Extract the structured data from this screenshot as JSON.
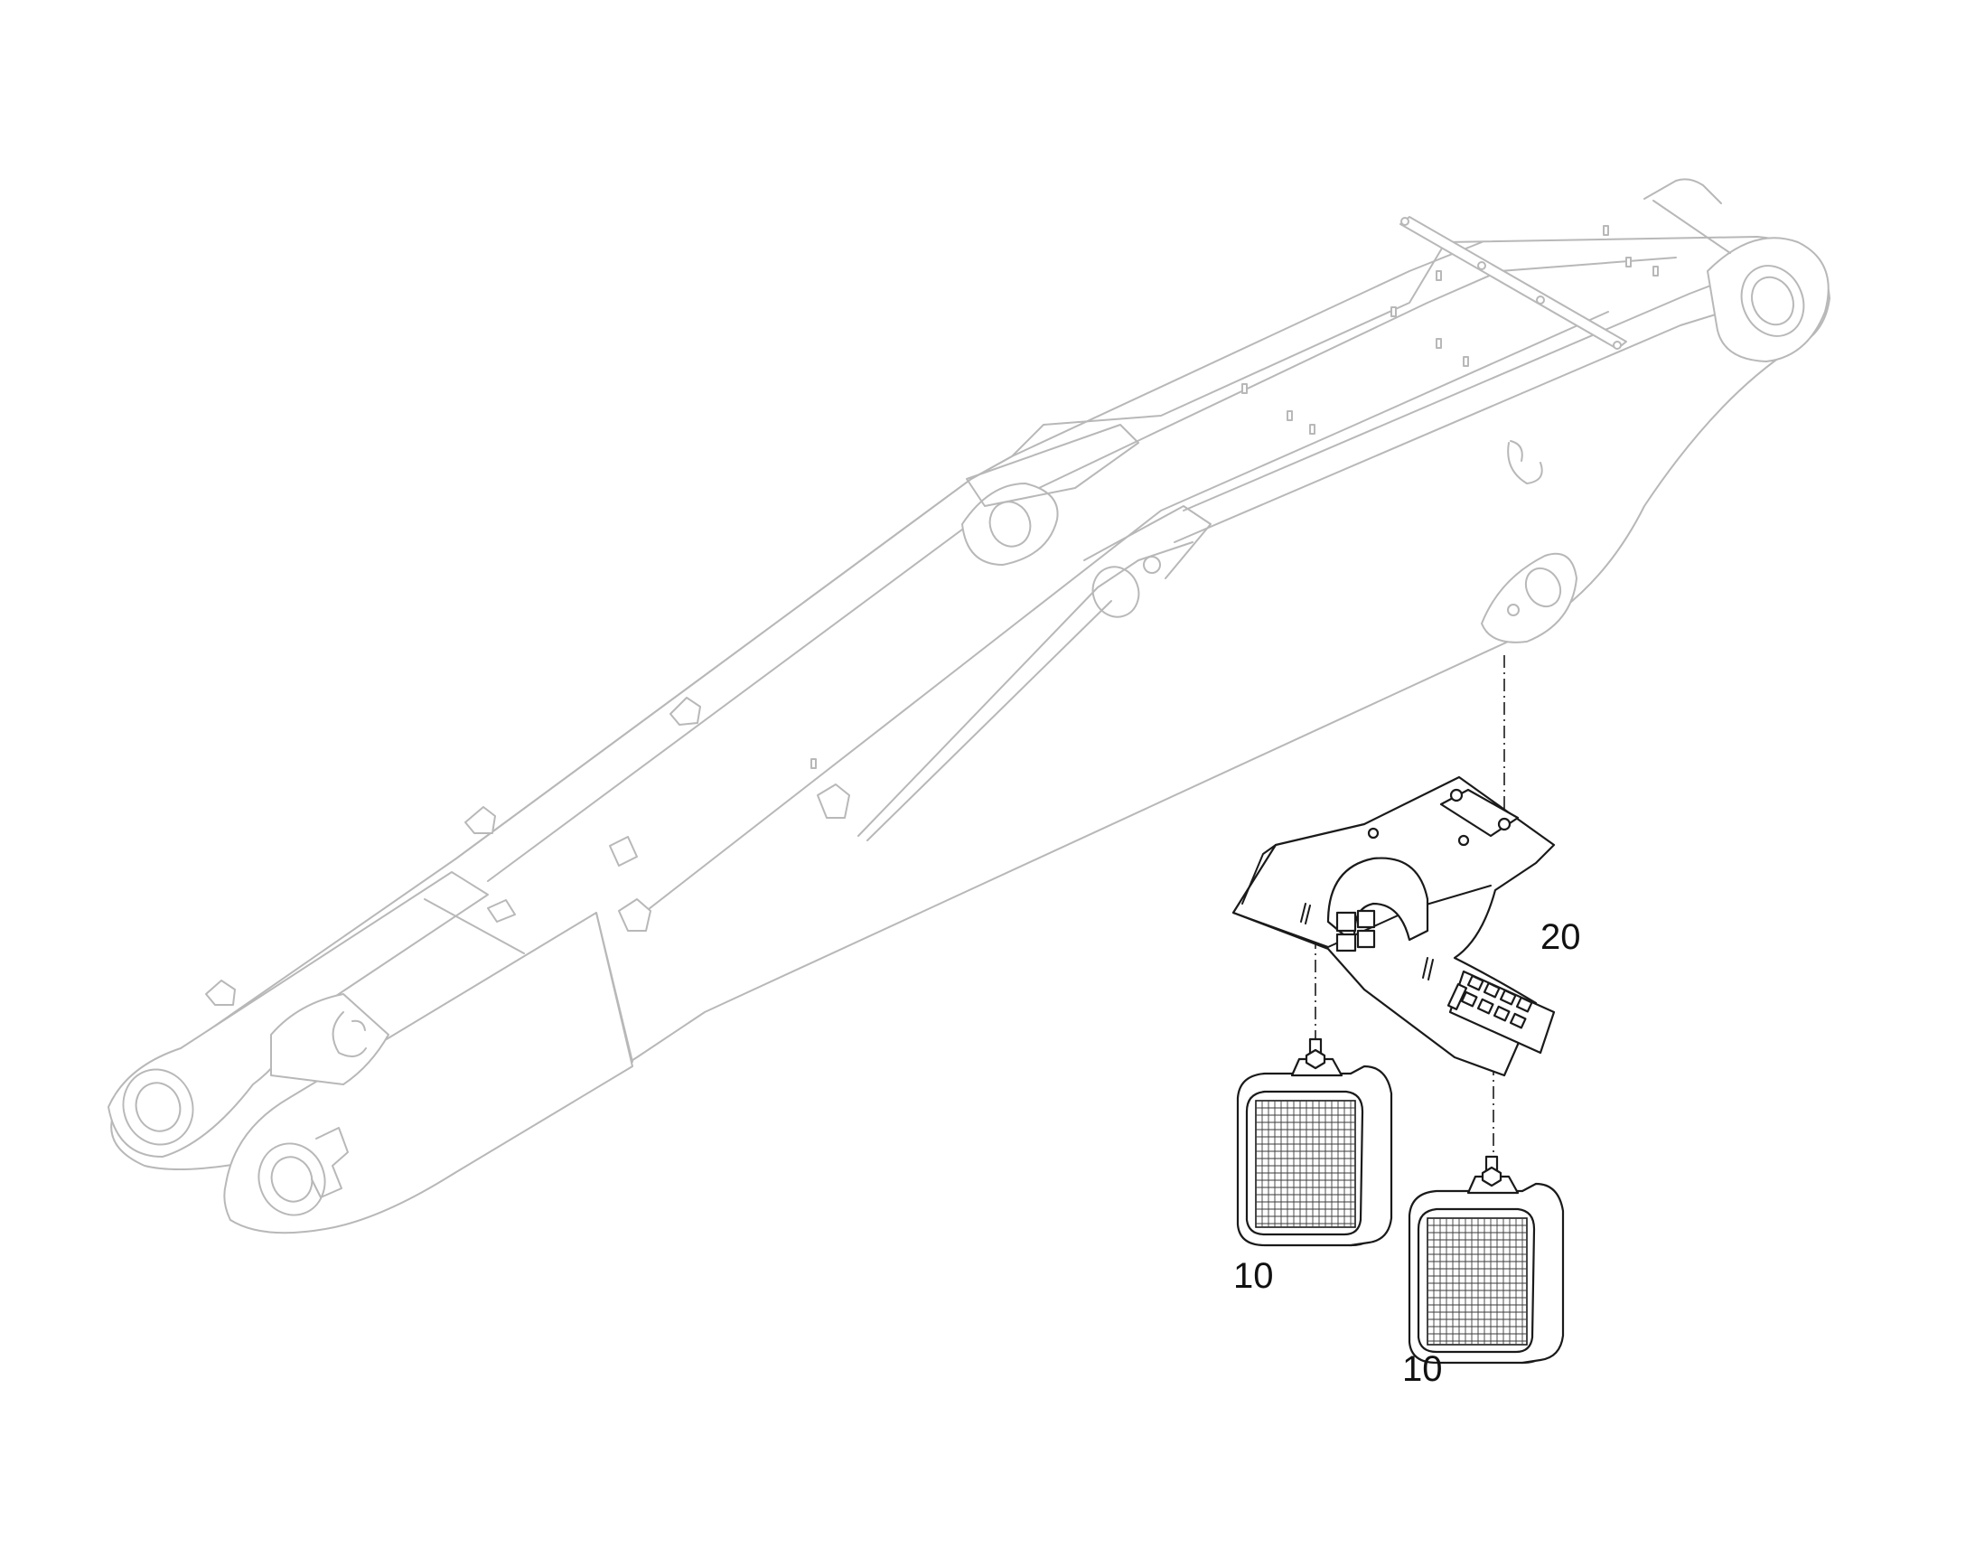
{
  "callouts": {
    "bracket": "20",
    "lamp_upper": "10",
    "lamp_lower": "10"
  },
  "colors": {
    "context_part_lines": "#b8b8b8",
    "highlighted_part_lines": "#1a1a1a",
    "background": "#ffffff"
  }
}
